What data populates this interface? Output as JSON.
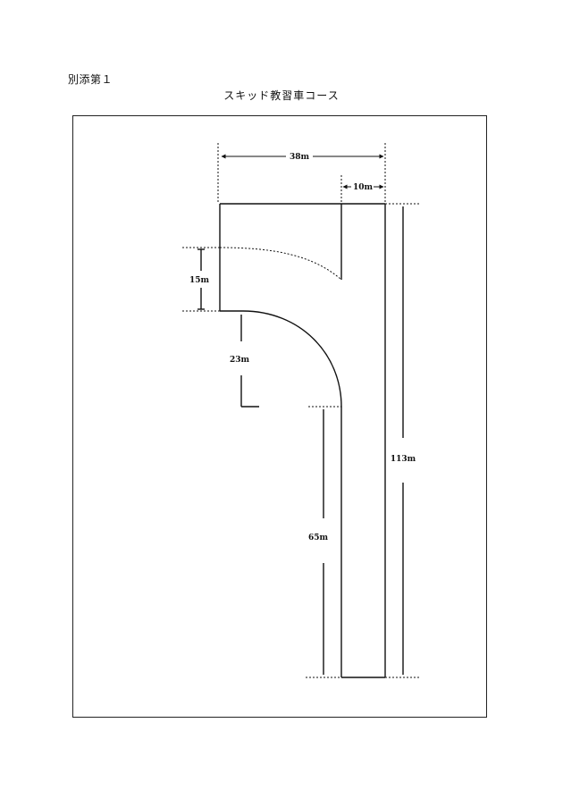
{
  "header": {
    "attachment_label": "別添第１",
    "title": "スキッド教習車コース"
  },
  "course": {
    "dimensions": {
      "total_width": "38m",
      "lane_width": "10m",
      "entry_length": "15m",
      "curve_radius": "23m",
      "straight_length": "65m",
      "total_length": "113m"
    }
  },
  "colors": {
    "line": "#111111",
    "background": "#ffffff"
  }
}
